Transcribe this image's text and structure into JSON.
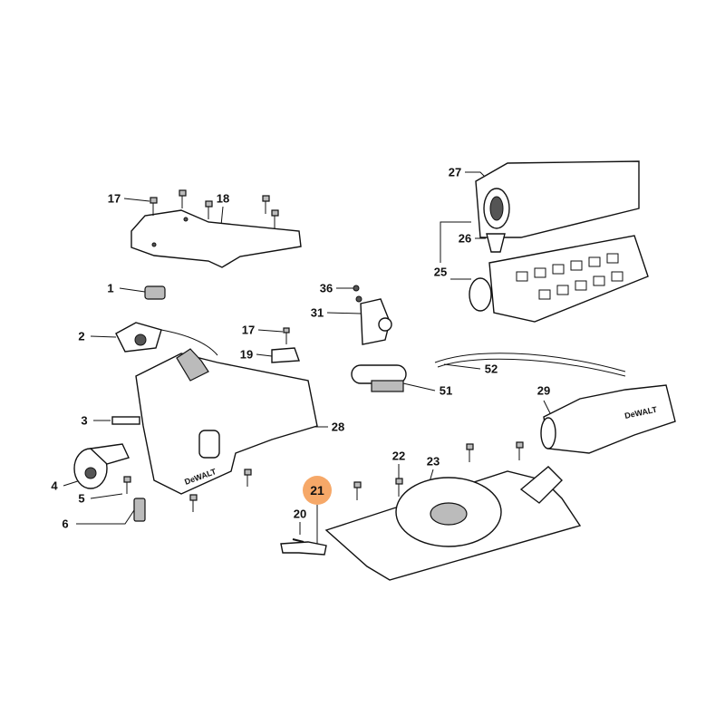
{
  "diagram": {
    "brand": "DeWALT",
    "highlight_color": "#f6a868",
    "highlighted_part": "21",
    "labels": {
      "p17a": "17",
      "p18": "18",
      "p1": "1",
      "p2": "2",
      "p3": "3",
      "p4": "4",
      "p5": "5",
      "p6": "6",
      "p17b": "17",
      "p19": "19",
      "p28": "28",
      "p36": "36",
      "p31": "31",
      "p27": "27",
      "p26": "26",
      "p25": "25",
      "p52": "52",
      "p51": "51",
      "p29": "29",
      "p22": "22",
      "p23": "23",
      "p21": "21",
      "p20": "20"
    }
  }
}
